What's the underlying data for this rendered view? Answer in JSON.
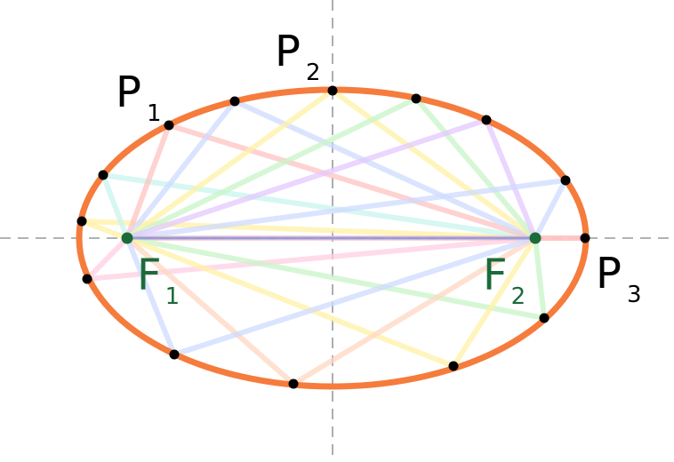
{
  "diagram": {
    "ellipse_color": "#F57C3C",
    "focus_color": "#1B6B3A",
    "point_color": "#000000",
    "axis_color": "#999999",
    "labels": {
      "p1": {
        "main": "P",
        "sub": "1"
      },
      "p2": {
        "main": "P",
        "sub": "2"
      },
      "p3": {
        "main": "P",
        "sub": "3"
      },
      "f1": {
        "main": "F",
        "sub": "1"
      },
      "f2": {
        "main": "F",
        "sub": "2"
      }
    },
    "chord_colors": [
      "#FFF2A6",
      "#FFD0E4",
      "#C9F5EE",
      "#FFC4C4",
      "#CFDBFF",
      "#FFF2A6",
      "#C9F5C9",
      "#E4C9FF",
      "#CFDBFF",
      "#FFC4C4",
      "#C9F5C9",
      "#FFF2A6",
      "#FFD8C2",
      "#CFDBFF"
    ]
  }
}
